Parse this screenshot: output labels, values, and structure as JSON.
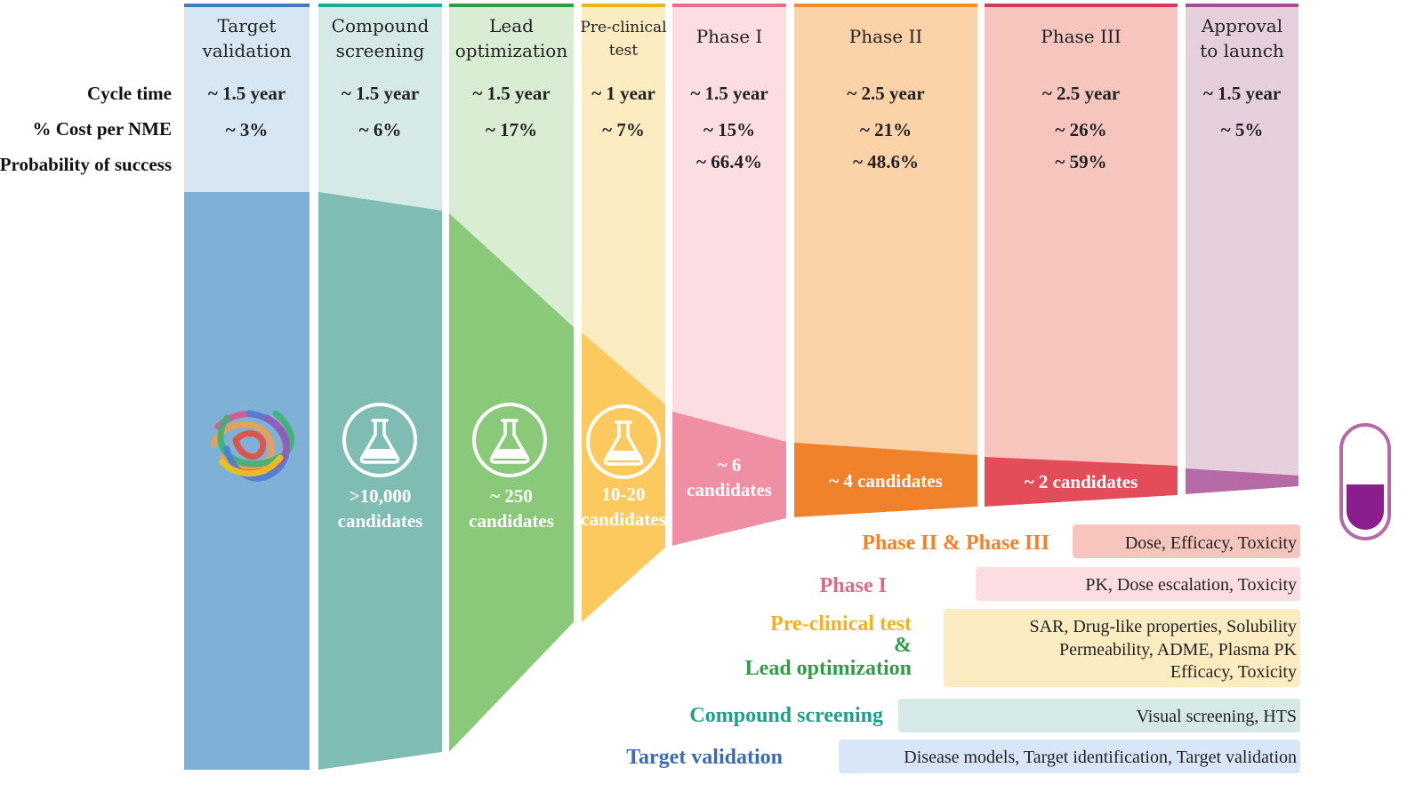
{
  "row_labels": {
    "cycle_time": "Cycle time",
    "cost": "% Cost per NME",
    "probability": "Probability of success"
  },
  "stages": [
    {
      "header": [
        "Target",
        "validation"
      ],
      "cycle": "~ 1.5 year",
      "cost": "~ 3%",
      "prob": "",
      "candidates": [],
      "color": "#7fb0d5",
      "light": "#d6e6f2",
      "bar": "#3f7fbf"
    },
    {
      "header": [
        "Compound",
        "screening"
      ],
      "cycle": "~ 1.5 year",
      "cost": "~ 6%",
      "prob": "",
      "candidates": [
        ">10,000",
        "candidates"
      ],
      "color": "#7fbcb3",
      "light": "#d5e9e6",
      "bar": "#26a69a"
    },
    {
      "header": [
        "Lead",
        "optimization"
      ],
      "cycle": "~ 1.5 year",
      "cost": "~ 17%",
      "prob": "",
      "candidates": [
        "~ 250",
        "candidates"
      ],
      "color": "#8bc97a",
      "light": "#d9edd3",
      "bar": "#2e9e44"
    },
    {
      "header": [
        "Pre-clinical",
        "test"
      ],
      "cycle": "~ 1 year",
      "cost": "~ 7%",
      "prob": "",
      "candidates": [
        "10-20",
        "candidates"
      ],
      "color": "#fcc95e",
      "light": "#fbecc2",
      "bar": "#f2b21a"
    },
    {
      "header": [
        "Phase I"
      ],
      "cycle": "~ 1.5 year",
      "cost": "~ 15%",
      "prob": "~ 66.4%",
      "candidates": [
        "~ 6",
        "candidates"
      ],
      "color": "#ef8fa4",
      "light": "#fbdde2",
      "bar": "#e0728c"
    },
    {
      "header": [
        "Phase II"
      ],
      "cycle": "~ 2.5 year",
      "cost": "~ 21%",
      "prob": "~ 48.6%",
      "candidates": [
        "~ 4 candidates"
      ],
      "color": "#f0822c",
      "light": "#fcd2a8",
      "bar": "#f08c2c"
    },
    {
      "header": [
        "Phase III"
      ],
      "cycle": "~ 2.5 year",
      "cost": "~ 26%",
      "prob": "~ 59%",
      "candidates": [
        "~ 2 candidates"
      ],
      "color": "#e34d5a",
      "light": "#f6c5bd",
      "bar": "#d6375a"
    },
    {
      "header": [
        "Approval",
        "to launch"
      ],
      "cycle": "~ 1.5 year",
      "cost": "~ 5%",
      "prob": "",
      "candidates": [],
      "color": "#b56aa6",
      "light": "#e5cfdd",
      "bar": "#a64d9a"
    }
  ],
  "legend": [
    {
      "title": [
        "Phase II & Phase III"
      ],
      "desc": [
        "Dose, Efficacy, Toxicity"
      ],
      "title_color": "#f0822c",
      "box_color": "#f6c5bd"
    },
    {
      "title": [
        "Phase I"
      ],
      "desc": [
        "PK, Dose escalation, Toxicity"
      ],
      "title_color": "#d96a8a",
      "box_color": "#fbdde2"
    },
    {
      "title": [
        "Pre-clinical test",
        "&",
        "Lead optimization"
      ],
      "desc": [
        "SAR, Drug-like properties, Solubility",
        "Permeability, ADME, Plasma PK",
        "Efficacy, Toxicity"
      ],
      "title_colors": [
        "#f2b21a",
        "#2e9e44",
        "#2e9e44"
      ],
      "box_color": "#fbecc2"
    },
    {
      "title": [
        "Compound screening"
      ],
      "desc": [
        "Visual screening, HTS"
      ],
      "title_color": "#1f9e8a",
      "box_color": "#d5e9e6"
    },
    {
      "title": [
        "Target validation"
      ],
      "desc": [
        "Disease models, Target identification, Target validation"
      ],
      "title_color": "#3b6bb5",
      "box_color": "#d9e6f7"
    }
  ],
  "icons": {
    "flask": "flask-icon",
    "protein": "protein-structure-icon",
    "capsule": "capsule-icon"
  },
  "capsule_color": "#8b1e8e"
}
